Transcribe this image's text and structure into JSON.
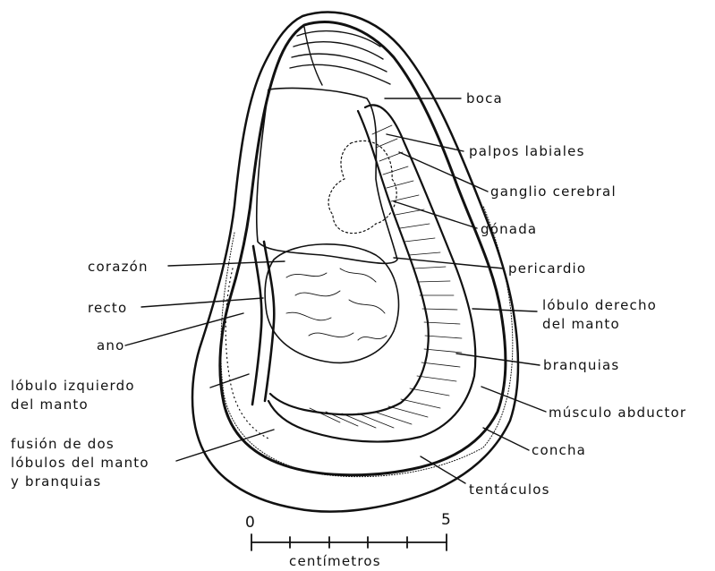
{
  "colors": {
    "ink": "#111111",
    "paper": "#ffffff"
  },
  "labels": {
    "boca": "boca",
    "palpos_labiales": "palpos labiales",
    "ganglio_cerebral": "ganglio cerebral",
    "gonada": "gónada",
    "corazon": "corazón",
    "pericardio": "pericardio",
    "recto": "recto",
    "lobulo_derecho_l1": "lóbulo derecho",
    "lobulo_derecho_l2": "del manto",
    "ano": "ano",
    "branquias": "branquias",
    "lobulo_izquierdo_l1": "lóbulo izquierdo",
    "lobulo_izquierdo_l2": "del manto",
    "musculo_abductor": "músculo abductor",
    "fusion_l1": "fusión de dos",
    "fusion_l2": "lóbulos del manto",
    "fusion_l3": "y branquias",
    "concha": "concha",
    "tentaculos": "tentáculos"
  },
  "scale": {
    "start": "0",
    "end": "5",
    "unit": "centímetros"
  }
}
